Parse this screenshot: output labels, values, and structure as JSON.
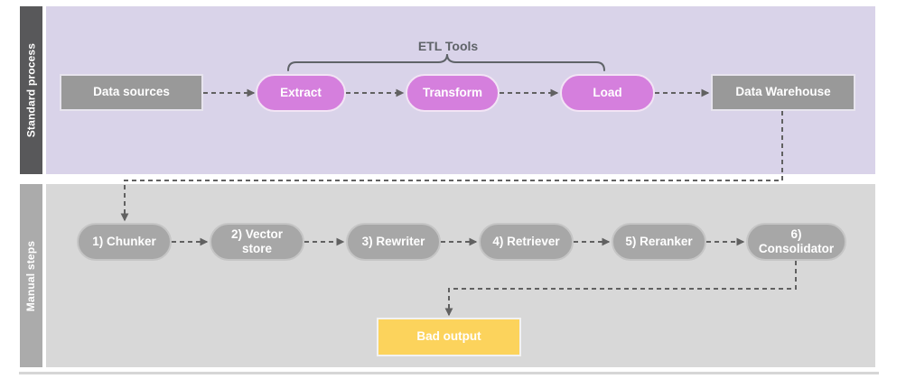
{
  "lanes": [
    {
      "label": "Standard process"
    },
    {
      "label": "Manual steps"
    }
  ],
  "annotation": {
    "label": "ETL Tools"
  },
  "nodes": {
    "data_sources": "Data sources",
    "extract": "Extract",
    "transform": "Transform",
    "load": "Load",
    "data_warehouse": "Data Warehouse",
    "chunker": "1) Chunker",
    "vector_store": "2) Vector\nstore",
    "rewriter": "3) Rewriter",
    "retriever": "4) Retriever",
    "reranker": "5) Reranker",
    "consolidator": "6)\nConsolidator",
    "bad_output": "Bad output"
  },
  "colors": {
    "lane-top-bg": "#d9d3e9",
    "lane-top-label-bg": "#58585a",
    "lane-bottom-bg": "#d8d8d8",
    "lane-bottom-label-bg": "#ababab",
    "gray-box": "#999999",
    "pink-pill": "#d57fdd",
    "step-pill": "#a7a7a7",
    "yellow-box": "#fcd35c",
    "arrow": "#616161",
    "annotation-text": "#5f6368"
  }
}
